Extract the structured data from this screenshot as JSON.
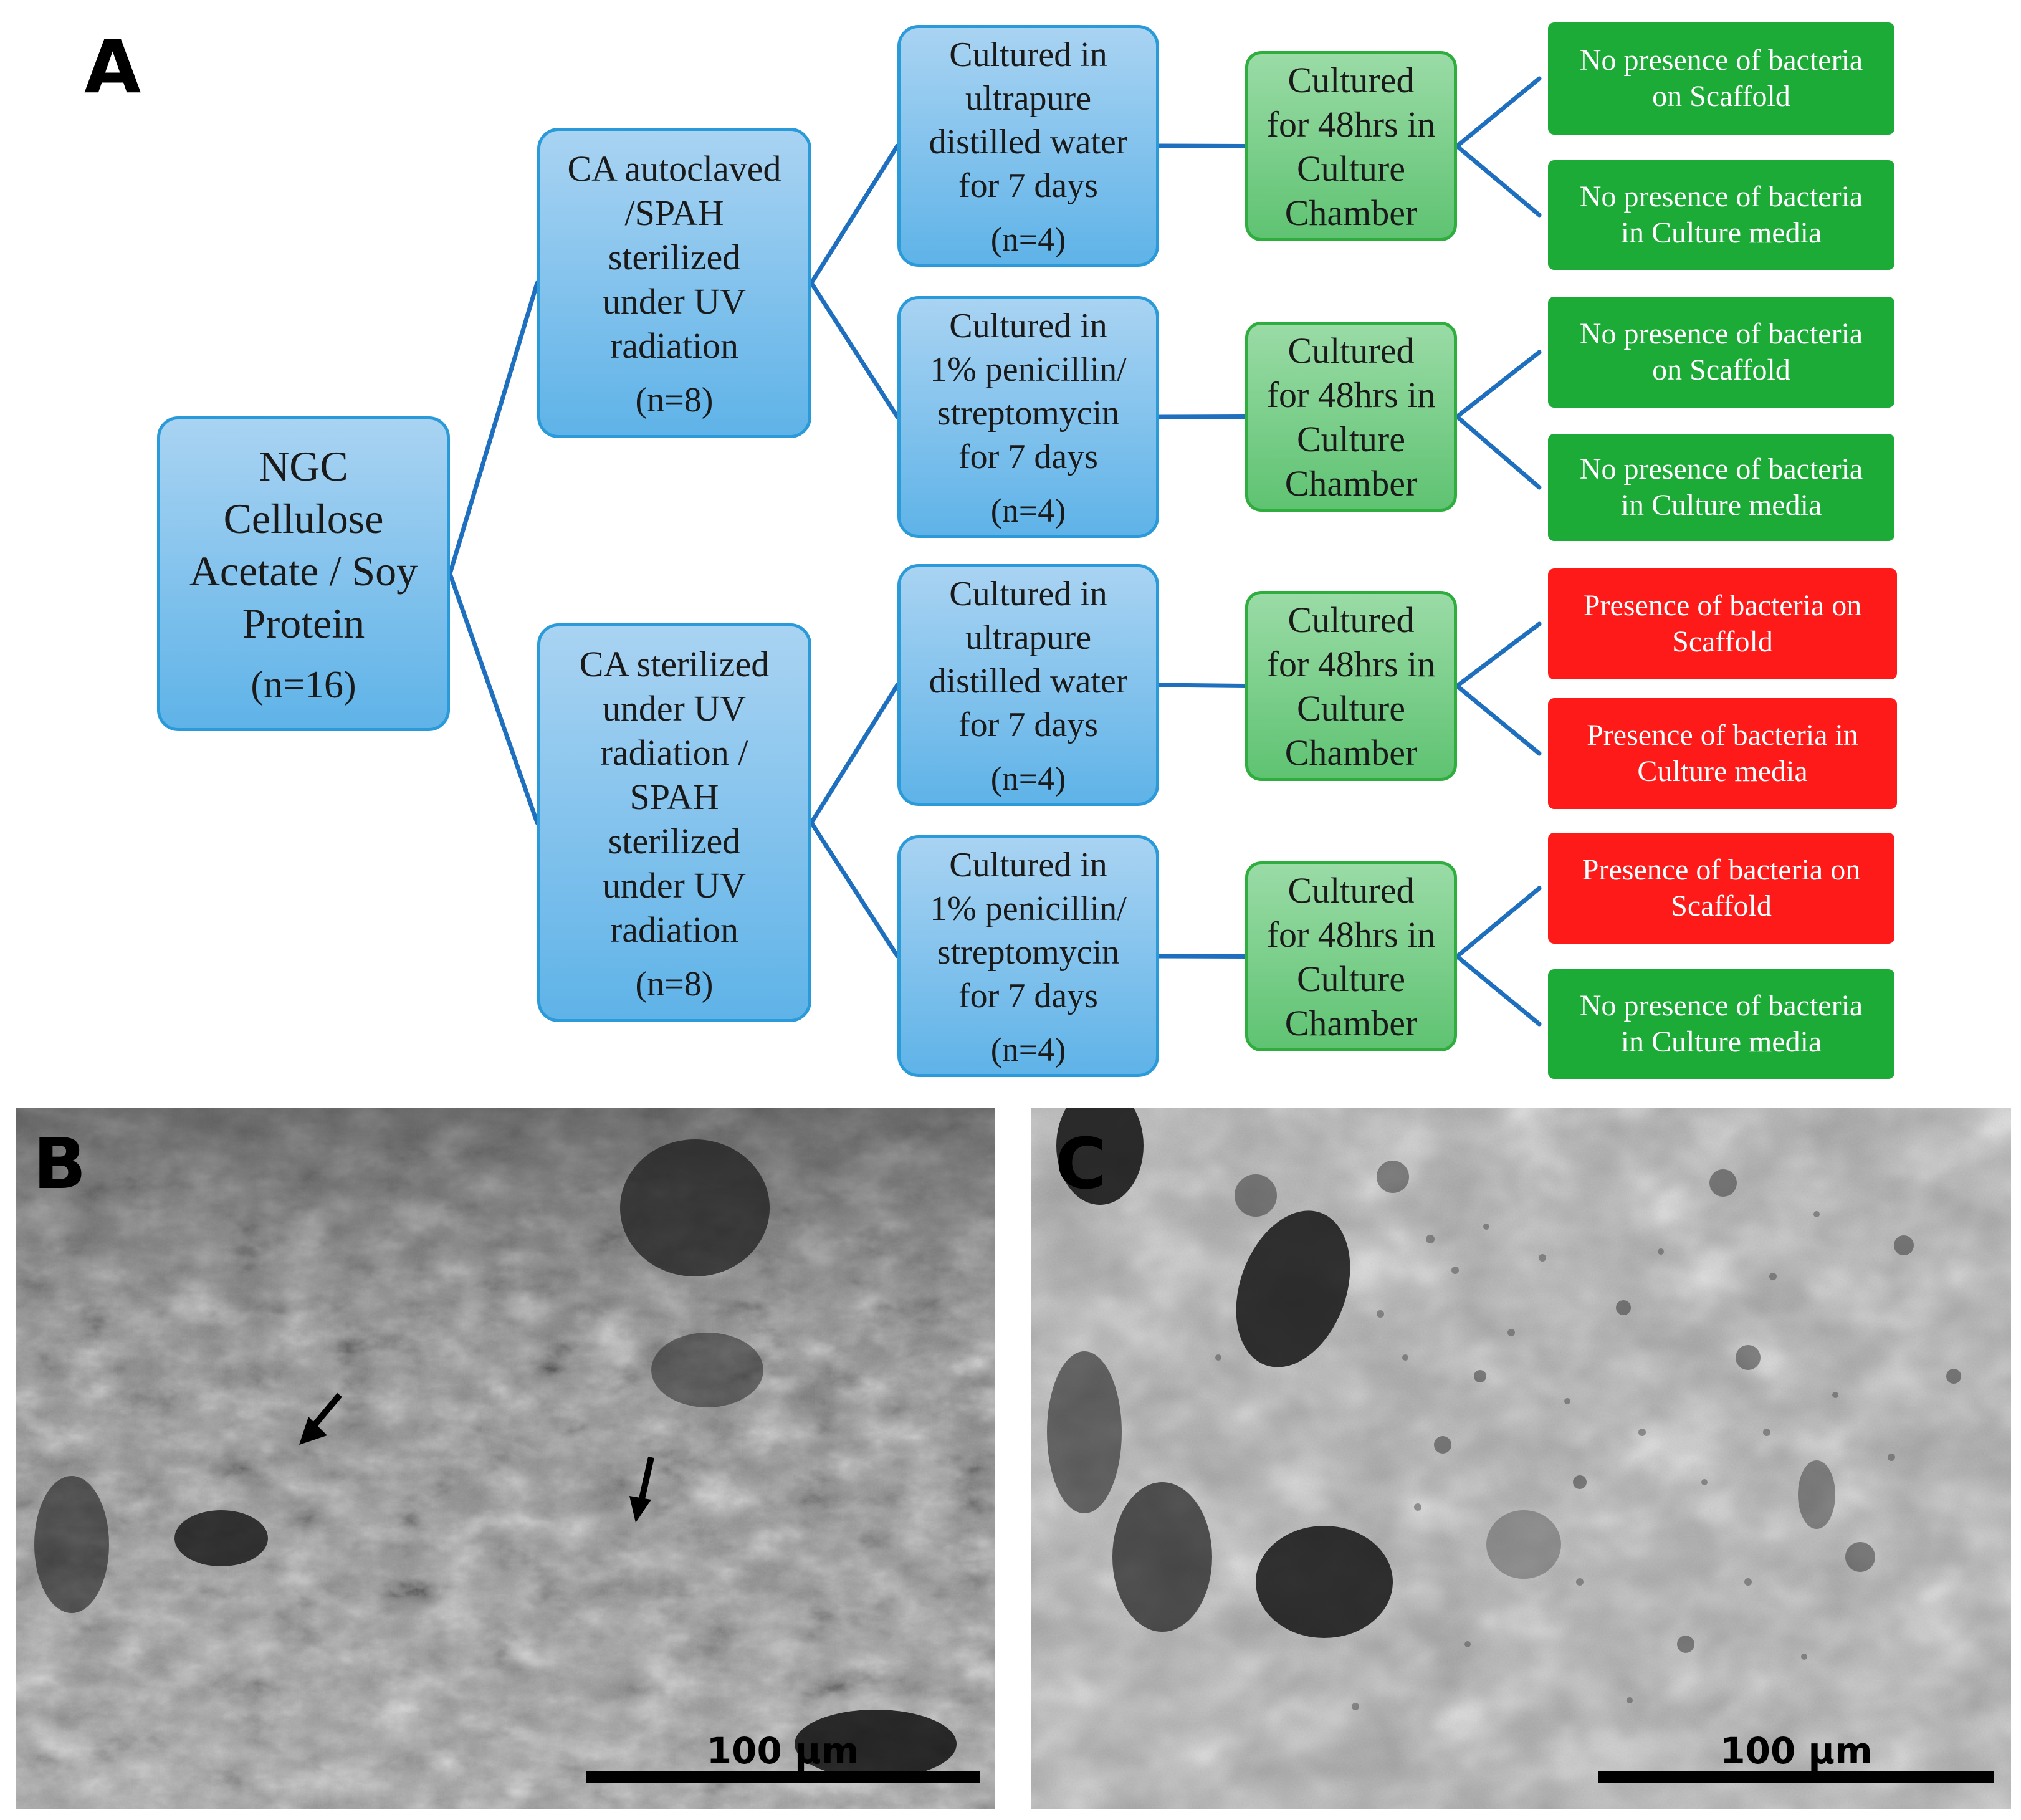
{
  "panels": {
    "a": "A",
    "b": "B",
    "c": "C"
  },
  "colors": {
    "node_blue_border": "#2a9bd8",
    "node_green_border": "#2fae3f",
    "connector": "#1f6fbf",
    "negative_result": "#1bab36",
    "positive_result": "#ff1a1a"
  },
  "flowchart": {
    "root": {
      "label": "NGC\nCellulose\nAcetate / Soy\nProtein",
      "n": "(n=16)"
    },
    "groups": [
      {
        "label": "CA autoclaved\n/SPAH\nsterilized\nunder UV\nradiation",
        "n": "(n=8)",
        "cultures": [
          {
            "label": "Cultured  in\nultrapure\ndistilled water\nfor 7 days",
            "n": "(n=4)",
            "incubation": "Cultured\nfor 48hrs in\nCulture\nChamber",
            "results": [
              {
                "text": "No presence of bacteria\non Scaffold",
                "outcome": "negative"
              },
              {
                "text": "No presence of bacteria\nin Culture media",
                "outcome": "negative"
              }
            ]
          },
          {
            "label": "Cultured in\n1% penicillin/\nstreptomycin\nfor 7 days",
            "n": "(n=4)",
            "incubation": "Cultured\nfor 48hrs in\nCulture\nChamber",
            "results": [
              {
                "text": "No presence of bacteria\non Scaffold",
                "outcome": "negative"
              },
              {
                "text": "No presence of bacteria\nin Culture media",
                "outcome": "negative"
              }
            ]
          }
        ]
      },
      {
        "label": "CA sterilized\nunder UV\nradiation /\nSPAH\nsterilized\nunder UV\nradiation",
        "n": "(n=8)",
        "cultures": [
          {
            "label": "Cultured  in\nultrapure\ndistilled water\nfor 7 days",
            "n": "(n=4)",
            "incubation": "Cultured\nfor 48hrs in\nCulture\nChamber",
            "results": [
              {
                "text": "Presence of bacteria on\nScaffold",
                "outcome": "positive"
              },
              {
                "text": "Presence of bacteria in\nCulture media",
                "outcome": "positive"
              }
            ]
          },
          {
            "label": "Cultured in\n1% penicillin/\nstreptomycin\nfor 7 days",
            "n": "(n=4)",
            "incubation": "Cultured\nfor 48hrs in\nCulture\nChamber",
            "results": [
              {
                "text": "Presence of bacteria on\nScaffold",
                "outcome": "positive"
              },
              {
                "text": "No presence of bacteria\nin Culture media",
                "outcome": "negative"
              }
            ]
          }
        ]
      }
    ]
  },
  "micrographs": {
    "b": {
      "scale_label": "100 μm"
    },
    "c": {
      "scale_label": "100 μm"
    }
  }
}
